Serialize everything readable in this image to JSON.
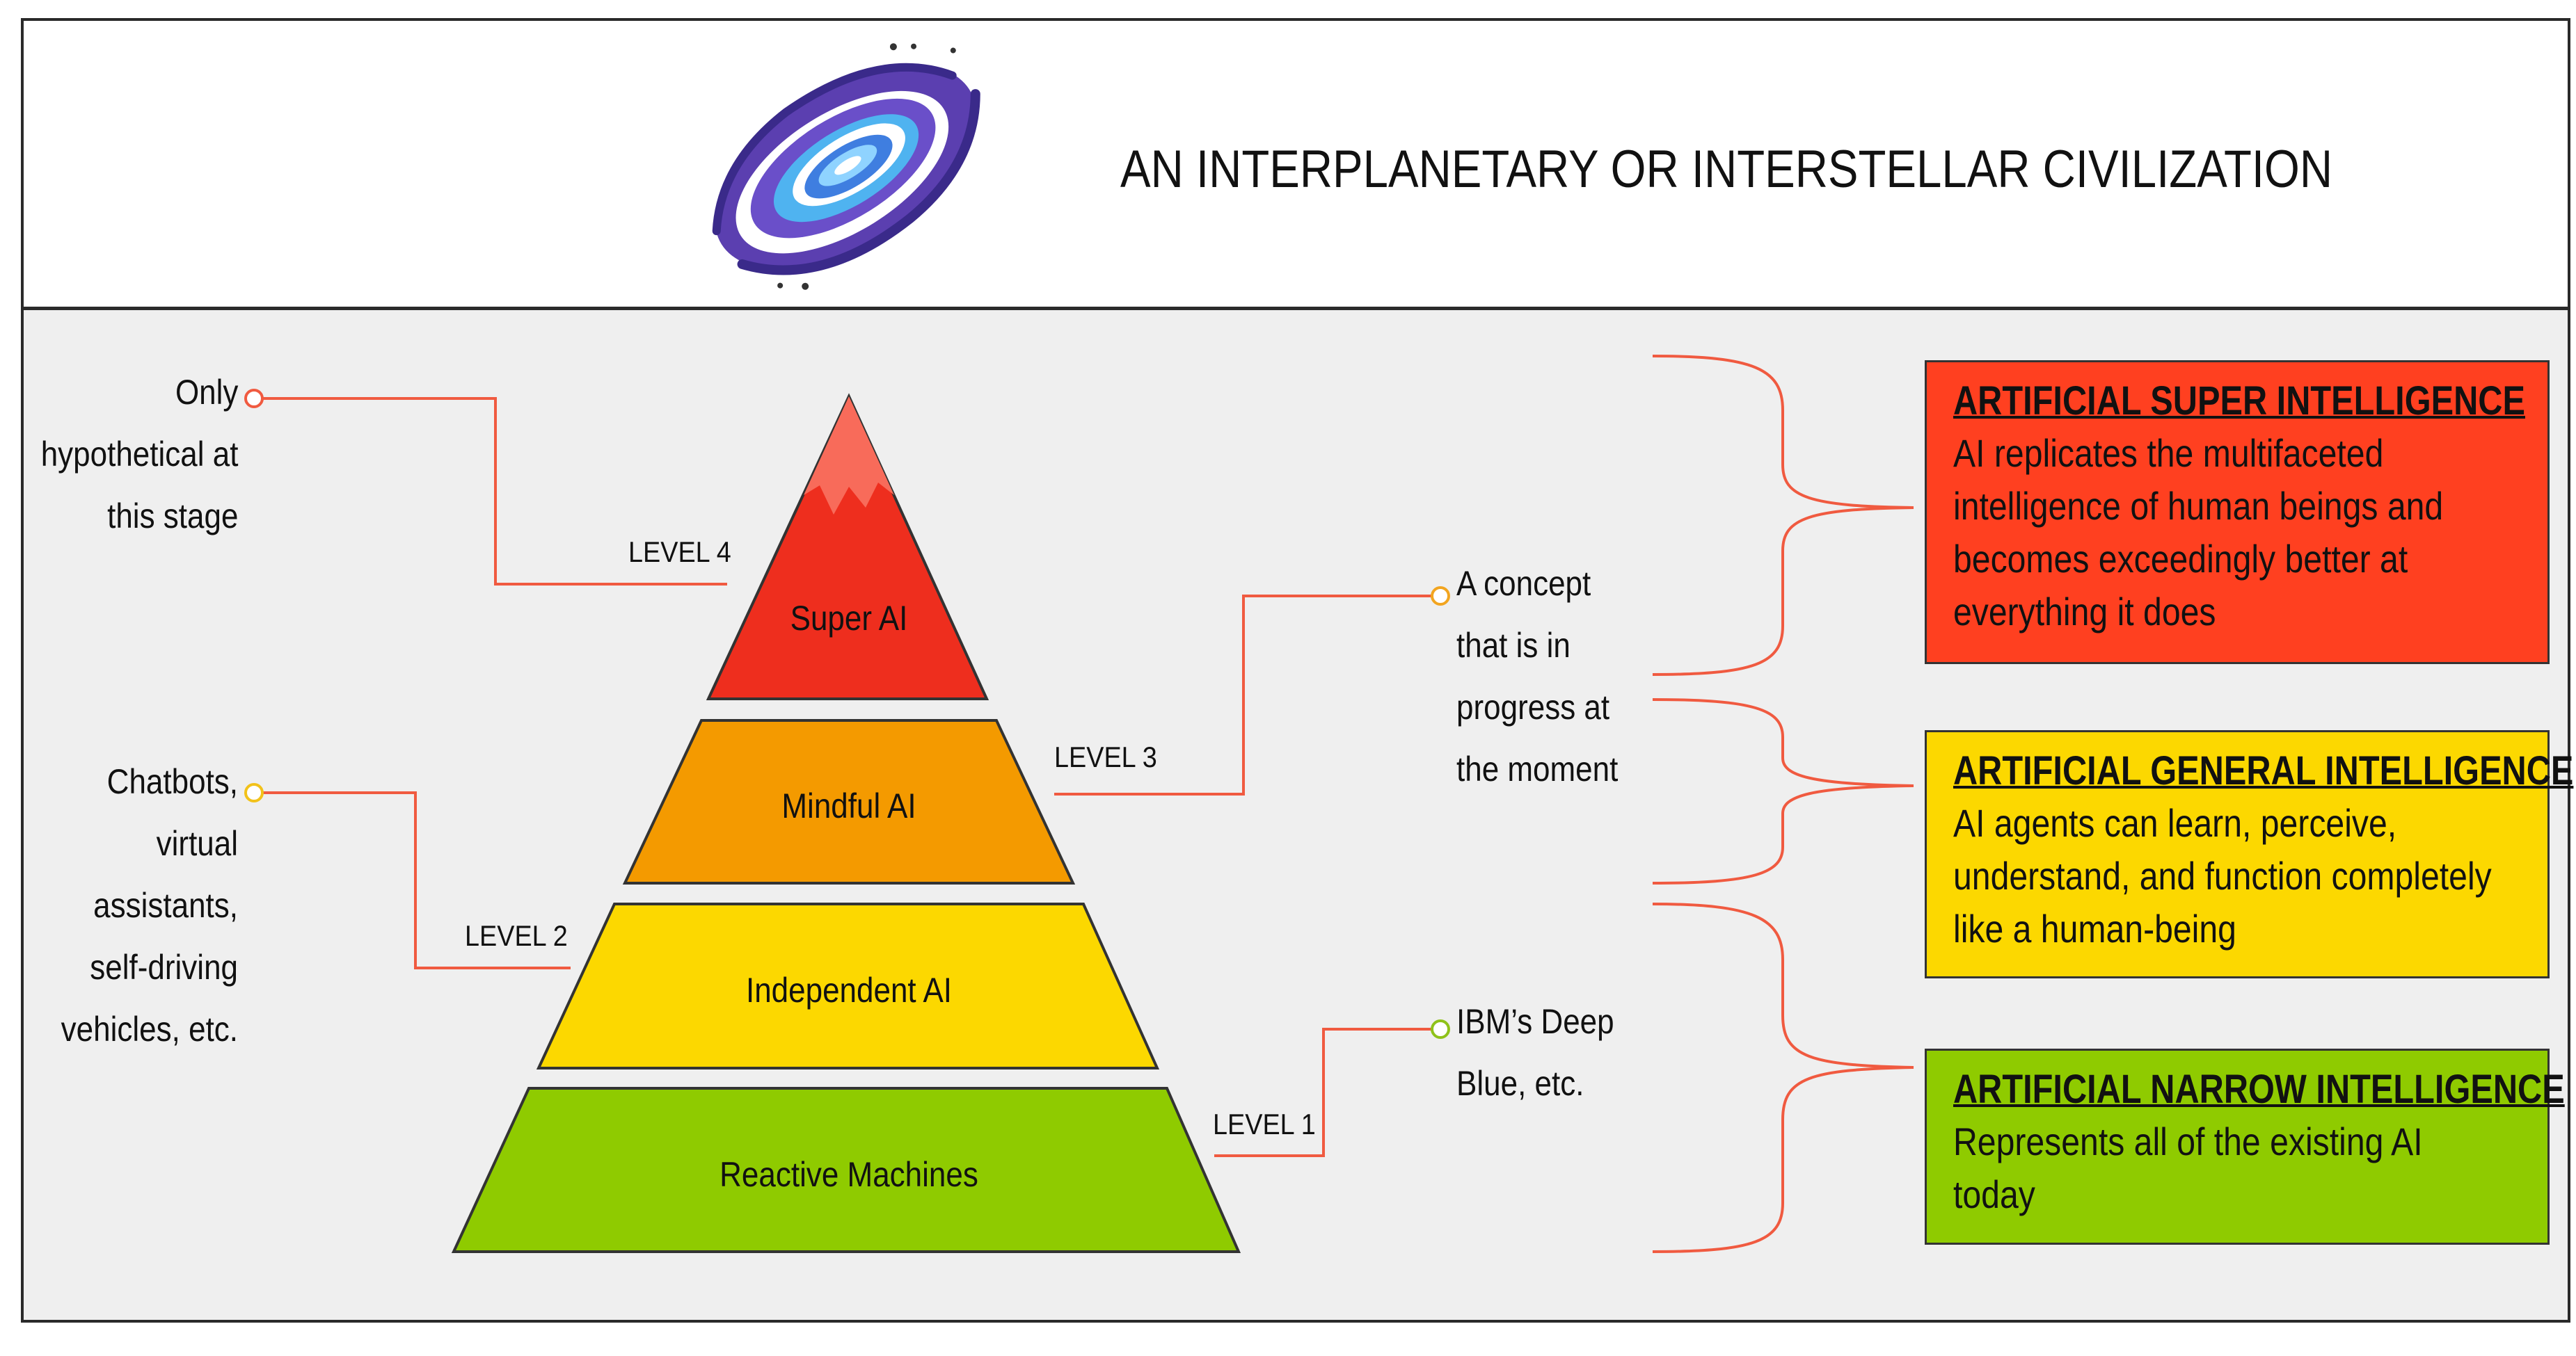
{
  "header": {
    "title": "AN INTERPLANETARY OR INTERSTELLAR CIVILIZATION",
    "logo_icon": "galaxy-icon"
  },
  "pyramid": {
    "tiers": [
      {
        "label": "Super AI",
        "color": "#ee2e1e"
      },
      {
        "label": "Mindful AI",
        "color": "#f49a00"
      },
      {
        "label": "Independent AI",
        "color": "#fcd800"
      },
      {
        "label": "Reactive Machines",
        "color": "#8fcb00"
      }
    ]
  },
  "levels": {
    "level4": "LEVEL 4",
    "level3": "LEVEL 3",
    "level2": "LEVEL 2",
    "level1": "LEVEL 1"
  },
  "notes": {
    "level4_lines": [
      "Only",
      "hypothetical at",
      "this stage"
    ],
    "level2_lines": [
      "Chatbots,",
      "virtual",
      "assistants,",
      "self-driving",
      "vehicles, etc."
    ],
    "level3_lines": [
      "A concept",
      "that is in",
      "progress at",
      "the moment"
    ],
    "level1_lines": [
      "IBM’s Deep",
      "Blue, etc."
    ]
  },
  "categories": [
    {
      "heading": "ARTIFICIAL SUPER  INTELLIGENCE",
      "lines": [
        "AI replicates the multifaceted",
        "intelligence of human beings and",
        "becomes exceedingly better at",
        "everything it does"
      ],
      "color": "#ff4020"
    },
    {
      "heading": "ARTIFICIAL GENERAL INTELLIGENCE",
      "lines": [
        "AI agents can learn, perceive,",
        "understand, and function completely",
        "like a human-being"
      ],
      "color": "#fcd800"
    },
    {
      "heading": "ARTIFICIAL NARROW INTELLIGENCE",
      "lines": [
        "Represents all of the existing AI",
        "today"
      ],
      "color": "#8fcb00"
    }
  ],
  "colors": {
    "connector": "#f05a40",
    "border": "#2a2a2a"
  }
}
